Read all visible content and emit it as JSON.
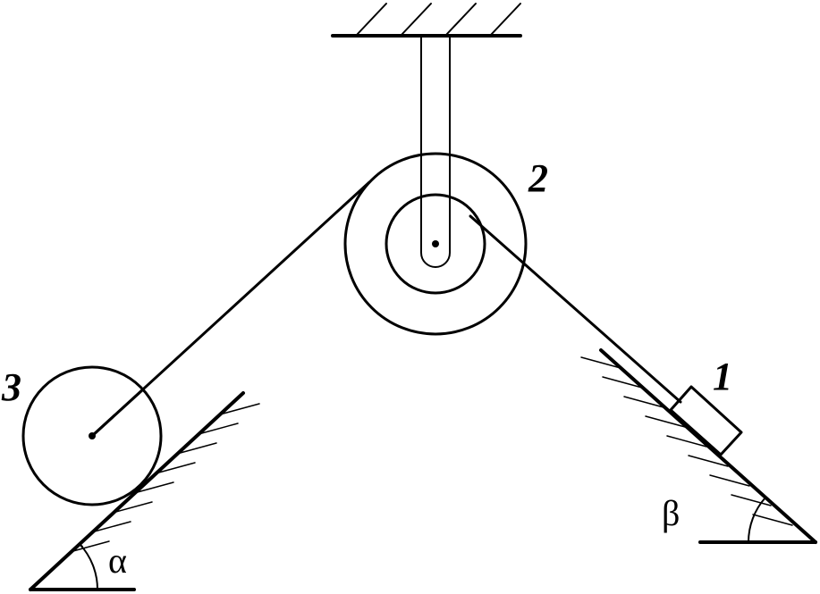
{
  "labels": {
    "block": "1",
    "pulley": "2",
    "roller": "3",
    "alpha": "α",
    "beta": "β"
  },
  "colors": {
    "stroke": "#000000",
    "background": "#ffffff"
  }
}
